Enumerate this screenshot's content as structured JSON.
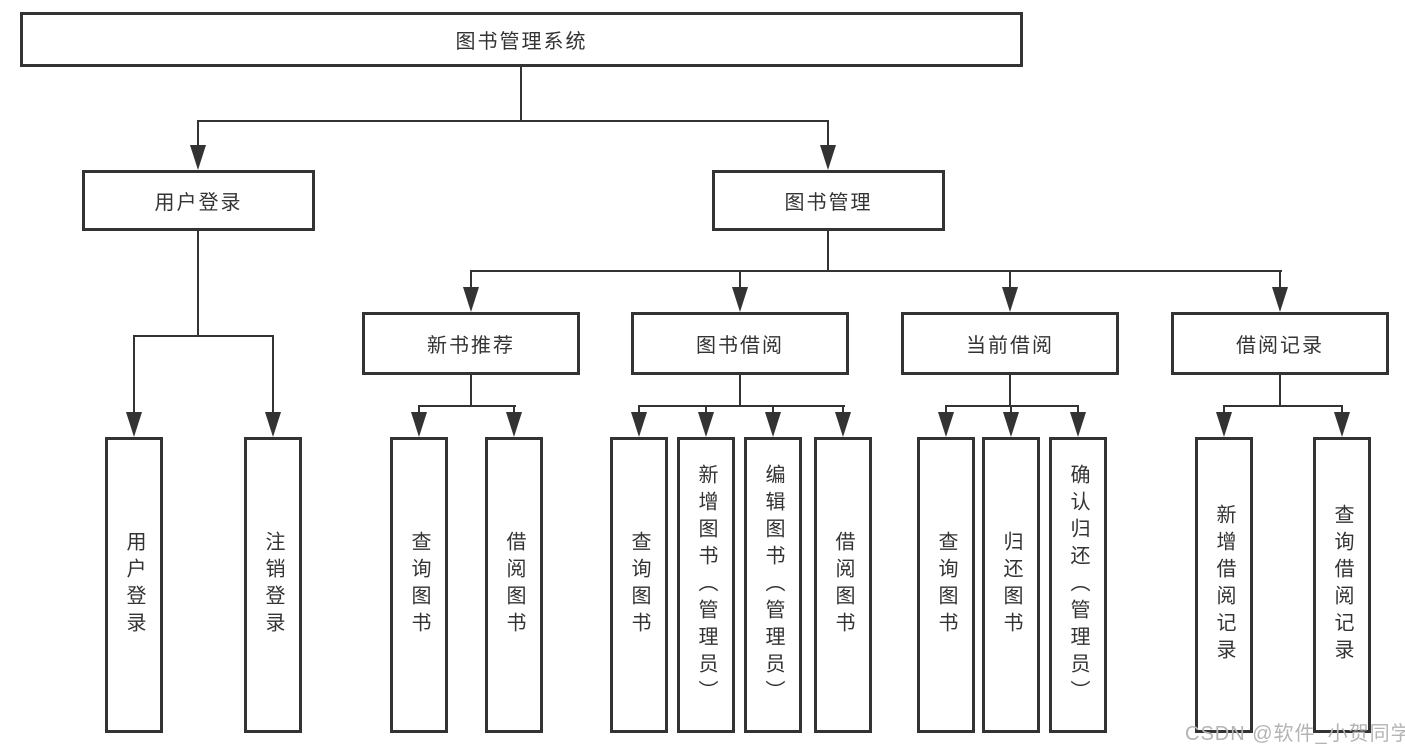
{
  "colors": {
    "background": "#ffffff",
    "box_border": "#333333",
    "connector_line": "#333333",
    "text": "#333333",
    "watermark_text": "#b4b4b4"
  },
  "watermark": {
    "text": "CSDN @软件_小贺同学"
  },
  "tree": {
    "root": {
      "label": "图书管理系统",
      "children": [
        {
          "label": "用户登录",
          "children": [
            {
              "label": "用户登录"
            },
            {
              "label": "注销登录"
            }
          ]
        },
        {
          "label": "图书管理",
          "children": [
            {
              "label": "新书推荐",
              "children": [
                {
                  "label": "查询图书"
                },
                {
                  "label": "借阅图书"
                }
              ]
            },
            {
              "label": "图书借阅",
              "children": [
                {
                  "label": "查询图书"
                },
                {
                  "label": "新增图书（管理员）"
                },
                {
                  "label": "编辑图书（管理员）"
                },
                {
                  "label": "借阅图书"
                }
              ]
            },
            {
              "label": "当前借阅",
              "children": [
                {
                  "label": "查询图书"
                },
                {
                  "label": "归还图书"
                },
                {
                  "label": "确认归还（管理员）"
                }
              ]
            },
            {
              "label": "借阅记录",
              "children": [
                {
                  "label": "新增借阅记录"
                },
                {
                  "label": "查询借阅记录"
                }
              ]
            }
          ]
        }
      ]
    }
  }
}
